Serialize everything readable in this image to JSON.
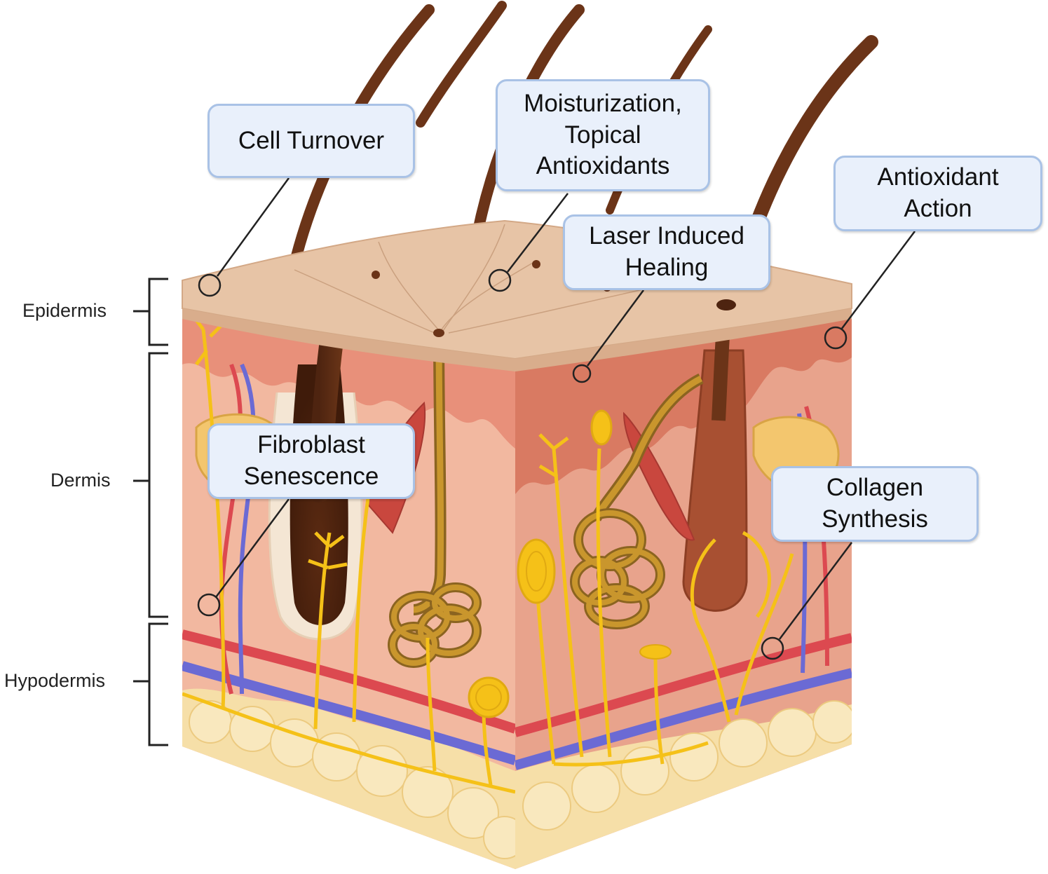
{
  "layers": {
    "epidermis": "Epidermis",
    "dermis": "Dermis",
    "hypodermis": "Hypodermis"
  },
  "callouts": {
    "cell_turnover": [
      "Cell Turnover"
    ],
    "moisturization": [
      "Moisturization,",
      "Topical",
      "Antioxidants"
    ],
    "antioxidant_action": [
      "Antioxidant",
      "Action"
    ],
    "laser_healing": [
      "Laser Induced",
      "Healing"
    ],
    "fibroblast": [
      "Fibroblast",
      "Senescence"
    ],
    "collagen": [
      "Collagen",
      "Synthesis"
    ]
  },
  "colors": {
    "epidermis_top": "#e7c4a6",
    "dermis": "#eeae97",
    "dermis_dark": "#e08a72",
    "fat": "#f6dfa8",
    "hair": "#6b3418",
    "nerve": "#f5c118",
    "artery": "#dc4950",
    "vein": "#6b6ad4",
    "gland": "#b3862a",
    "callout_fill": "#e9f0fb",
    "callout_border": "#a9c2e6"
  }
}
